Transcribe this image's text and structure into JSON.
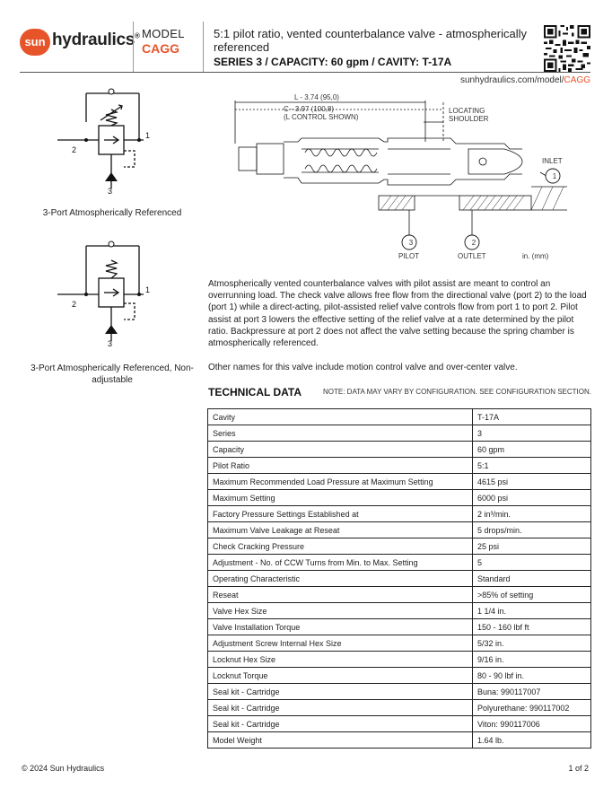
{
  "header": {
    "logo": {
      "brand": "hydraulics",
      "sun": "sun",
      "reg": "®"
    },
    "model_label": "MODEL",
    "model_code": "CAGG",
    "title": "5:1 pilot ratio, vented counterbalance valve - atmospherically referenced",
    "series_line": "SERIES 3 / CAPACITY: 60 gpm / CAVITY: T-17A",
    "url_prefix": "sunhydraulics.com/model/",
    "url_model": "CAGG"
  },
  "symbols": [
    {
      "caption": "3-Port Atmospherically Referenced",
      "port1": "1",
      "port2": "2",
      "port3": "3"
    },
    {
      "caption": "3-Port Atmospherically Referenced, Non-adjustable",
      "port1": "1",
      "port2": "2",
      "port3": "3"
    }
  ],
  "section_view": {
    "dim_l": "L - 3.74 (95,0)",
    "dim_c": "C - 3.97 (100,8)",
    "dim_note": "(L CONTROL SHOWN)",
    "locating": "LOCATING",
    "shoulder": "SHOULDER",
    "inlet": "INLET",
    "inlet_num": "1",
    "pilot": "PILOT",
    "pilot_num": "3",
    "outlet": "OUTLET",
    "outlet_num": "2",
    "units": "in. (mm)"
  },
  "description": "Atmospherically vented counterbalance valves with pilot assist are meant to control an overrunning load. The check valve allows free flow from the directional valve (port 2) to the load (port 1) while a direct-acting, pilot-assisted relief valve controls flow from port 1 to port 2. Pilot assist at port 3 lowers the effective setting of the relief valve at a rate determined by the pilot ratio. Backpressure at port 2 does not affect the valve setting because the spring chamber is atmospherically referenced.",
  "other_names": "Other names for this valve include motion control valve and over-center valve.",
  "technical": {
    "heading": "TECHNICAL DATA",
    "note": "NOTE: DATA MAY VARY BY CONFIGURATION. SEE CONFIGURATION SECTION.",
    "rows": [
      {
        "key": "Cavity",
        "value": "T-17A"
      },
      {
        "key": "Series",
        "value": "3"
      },
      {
        "key": "Capacity",
        "value": "60 gpm"
      },
      {
        "key": "Pilot Ratio",
        "value": "5:1"
      },
      {
        "key": "Maximum Recommended Load Pressure at Maximum Setting",
        "value": "4615 psi"
      },
      {
        "key": "Maximum Setting",
        "value": "6000 psi"
      },
      {
        "key": "Factory Pressure Settings Established at",
        "value": "2 in³/min."
      },
      {
        "key": "Maximum Valve Leakage at Reseat",
        "value": "5 drops/min."
      },
      {
        "key": "Check Cracking Pressure",
        "value": "25 psi"
      },
      {
        "key": "Adjustment - No. of CCW Turns from Min. to Max. Setting",
        "value": "5"
      },
      {
        "key": "Operating Characteristic",
        "value": "Standard"
      },
      {
        "key": "Reseat",
        "value": ">85% of setting"
      },
      {
        "key": "Valve Hex Size",
        "value": "1 1/4 in."
      },
      {
        "key": "Valve Installation Torque",
        "value": "150 - 160 lbf ft"
      },
      {
        "key": "Adjustment Screw Internal Hex Size",
        "value": "5/32 in."
      },
      {
        "key": "Locknut Hex Size",
        "value": "9/16 in."
      },
      {
        "key": "Locknut Torque",
        "value": "80 - 90 lbf in."
      },
      {
        "key": "Seal kit - Cartridge",
        "value": "Buna: 990117007"
      },
      {
        "key": "Seal kit - Cartridge",
        "value": "Polyurethane: 990117002"
      },
      {
        "key": "Seal kit - Cartridge",
        "value": "Viton: 990117006"
      },
      {
        "key": "Model Weight",
        "value": "1.64 lb."
      }
    ]
  },
  "footer": {
    "copyright": "© 2024 Sun Hydraulics",
    "page": "1 of 2"
  },
  "colors": {
    "accent": "#e8542a",
    "text": "#222222",
    "rule": "#555555"
  }
}
